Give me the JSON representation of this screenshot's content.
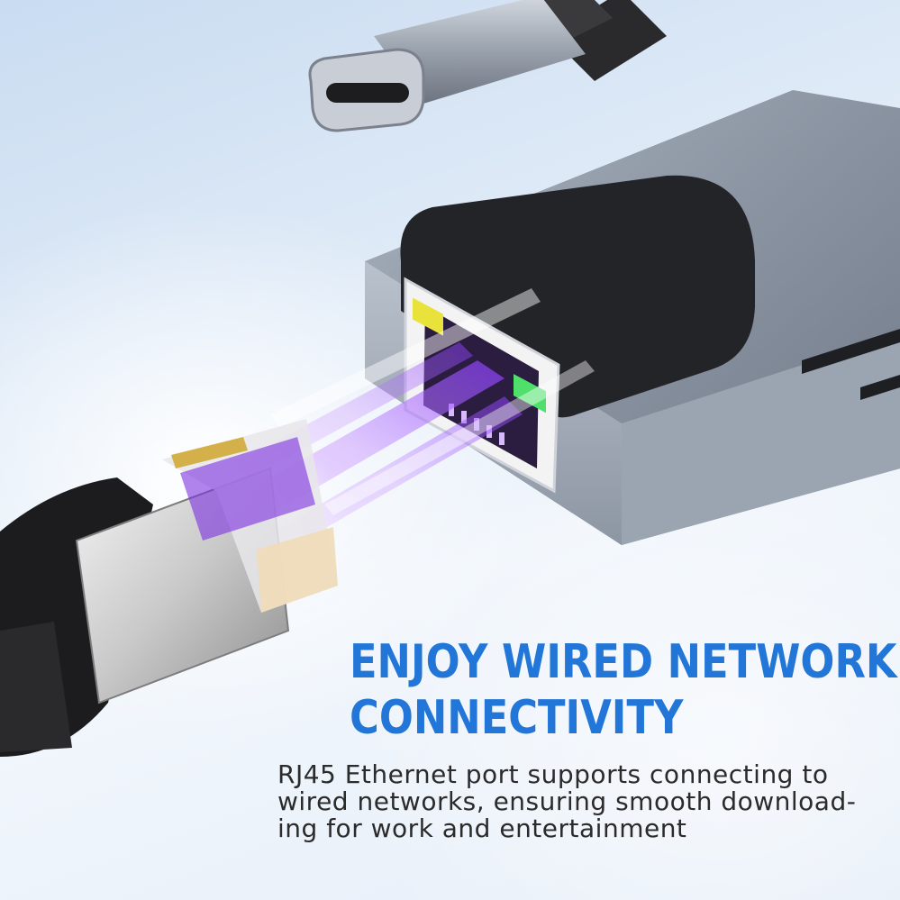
{
  "headline": {
    "line1": "ENJOY WIRED NETWORK",
    "line2": "CONNECTIVITY"
  },
  "description": {
    "line1": "RJ45 Ethernet port supports connecting to",
    "line2": "wired networks, ensuring smooth download-",
    "line3": "ing for work and entertainment"
  },
  "colors": {
    "headline": "#2176d8",
    "body_text": "#2b2b2b",
    "background": "#e3edf8",
    "hub_body": "#8f98a6",
    "port_glow": "#b14cff",
    "led_yellow": "#e9e23a",
    "led_green": "#4fe06c"
  },
  "icons": [
    "usb-c-plug-icon",
    "rj45-port-icon",
    "rj45-plug-icon"
  ]
}
